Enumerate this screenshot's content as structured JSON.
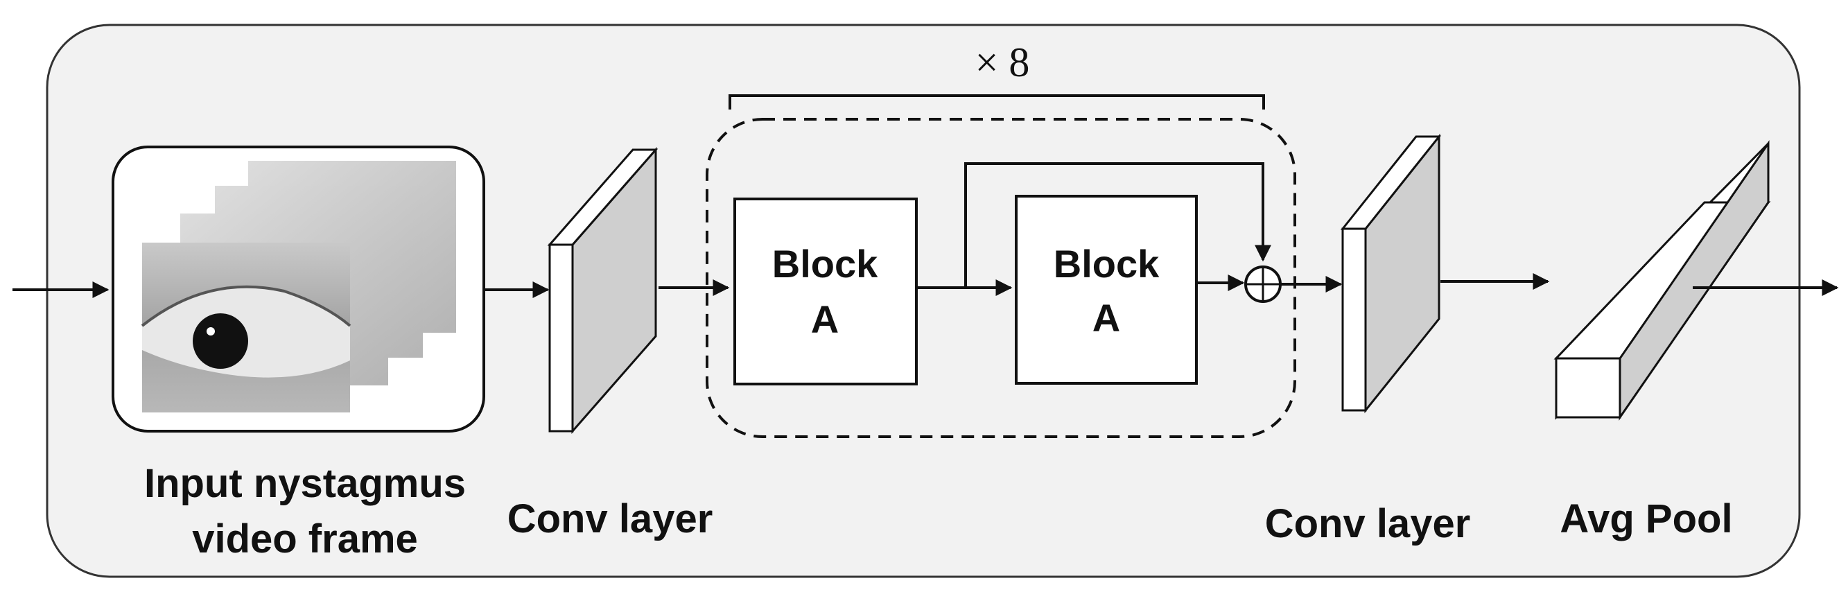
{
  "title": "",
  "input_label": {
    "line1": "Input nystagmus",
    "line2": "video frame"
  },
  "conv1_label": "Conv layer",
  "conv2_label": "Conv layer",
  "pool_label": "Avg Pool",
  "repeat_label": "× 8",
  "blocks": [
    {
      "line1": "Block",
      "line2": "A"
    },
    {
      "line1": "Block",
      "line2": "A"
    }
  ],
  "sum_symbol": "⊕",
  "colors": {
    "frame_fill": "#f2f2f2",
    "frame_stroke": "#333333",
    "layer_front": "#ffffff",
    "layer_side": "#cfcfcf",
    "line": "#111111"
  }
}
